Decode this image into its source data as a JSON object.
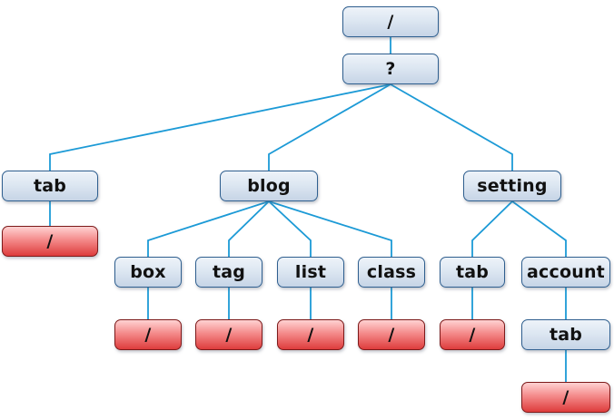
{
  "diagram": {
    "colors": {
      "edge": "#1c9ad6",
      "route_node": "#dde7f2",
      "endpoint_node": "#e85c5c",
      "border": "#2f5f8f"
    },
    "tree": {
      "label": "/",
      "type": "route",
      "children": [
        {
          "label": "?",
          "type": "route",
          "children": [
            {
              "label": "tab",
              "type": "route",
              "children": [
                {
                  "label": "/",
                  "type": "endpoint",
                  "children": []
                }
              ]
            },
            {
              "label": "blog",
              "type": "route",
              "children": [
                {
                  "label": "box",
                  "type": "route",
                  "children": [
                    {
                      "label": "/",
                      "type": "endpoint",
                      "children": []
                    }
                  ]
                },
                {
                  "label": "tag",
                  "type": "route",
                  "children": [
                    {
                      "label": "/",
                      "type": "endpoint",
                      "children": []
                    }
                  ]
                },
                {
                  "label": "list",
                  "type": "route",
                  "children": [
                    {
                      "label": "/",
                      "type": "endpoint",
                      "children": []
                    }
                  ]
                },
                {
                  "label": "class",
                  "type": "route",
                  "children": [
                    {
                      "label": "/",
                      "type": "endpoint",
                      "children": []
                    }
                  ]
                }
              ]
            },
            {
              "label": "setting",
              "type": "route",
              "children": [
                {
                  "label": "tab",
                  "type": "route",
                  "children": [
                    {
                      "label": "/",
                      "type": "endpoint",
                      "children": []
                    }
                  ]
                },
                {
                  "label": "account",
                  "type": "route",
                  "children": [
                    {
                      "label": "tab",
                      "type": "route",
                      "children": [
                        {
                          "label": "/",
                          "type": "endpoint",
                          "children": []
                        }
                      ]
                    }
                  ]
                }
              ]
            }
          ]
        }
      ]
    }
  }
}
